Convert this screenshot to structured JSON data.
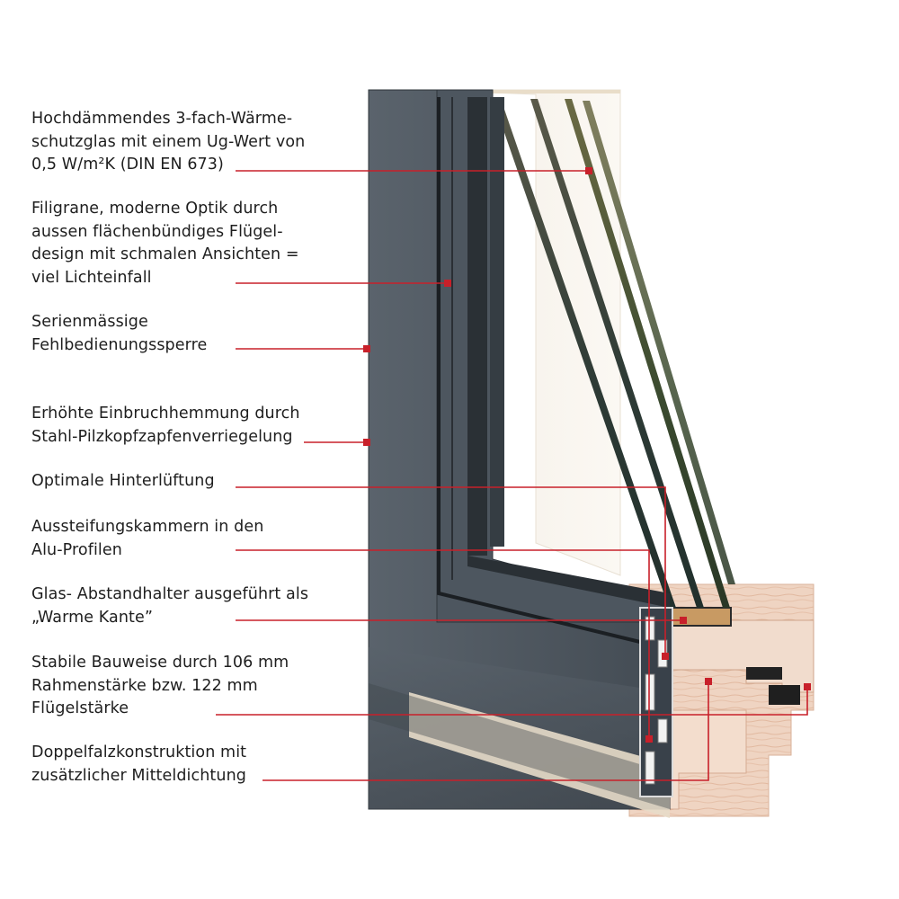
{
  "annotations": [
    {
      "lines": [
        "Hochdämmendes 3-fach-Wärme-",
        "schutzglas mit einem Ug-Wert von",
        "0,5 W/m²K (DIN EN 673)"
      ]
    },
    {
      "lines": [
        "Filigrane, moderne Optik durch",
        "aussen flächenbündiges Flügel-",
        "design mit schmalen Ansichten =",
        "viel Lichteinfall"
      ]
    },
    {
      "lines": [
        "Serienmässige",
        "Fehlbedienungssperre"
      ]
    },
    {
      "lines": [
        "Erhöhte Einbruchhemmung durch",
        "Stahl-Pilzkopfzapfenverriegelung"
      ]
    },
    {
      "lines": [
        "Optimale Hinterlüftung"
      ]
    },
    {
      "lines": [
        "Aussteifungskammern in den",
        "Alu-Profilen"
      ]
    },
    {
      "lines": [
        "Glas- Abstandhalter ausgeführt als",
        "„Warme Kante”"
      ]
    },
    {
      "lines": [
        "Stabile Bauweise durch 106 mm",
        "Rahmenstärke bzw. 122 mm",
        "Flügelstärke"
      ]
    },
    {
      "lines": [
        "Doppelfalzkonstruktion mit",
        "zusätzlicher Mitteldichtung"
      ]
    }
  ],
  "colors": {
    "leader": "#c8202a",
    "aluminium": "#4a535c",
    "wood": "#eed0bd",
    "glass_edge": "#1f2a2e"
  }
}
